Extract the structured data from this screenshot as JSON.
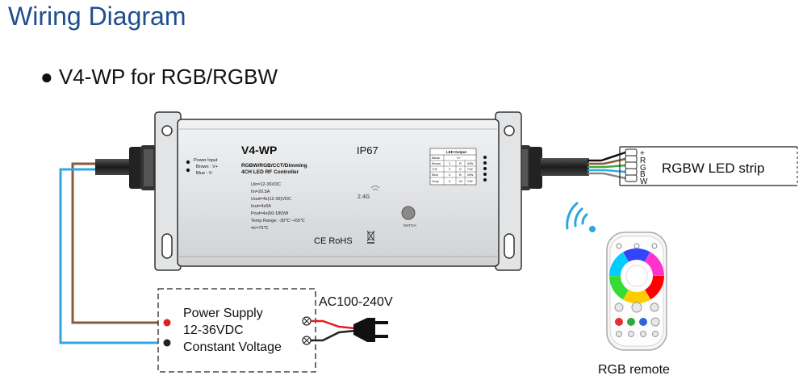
{
  "title": "Wiring Diagram",
  "section": "● V4-WP for RGB/RGBW",
  "controller": {
    "model": "V4-WP",
    "ip_rating": "IP67",
    "subtitle_1": "RGBW/RGB/CCT/Dimming",
    "subtitle_2": "4CH LED RF Controller",
    "specs": [
      "Uin=12-36VDC",
      "Iin=20.5A",
      "Uout=4x(12-36)VDC",
      "Iout=4x5A",
      "Pout=4x(60-180)W",
      "Temp Range: -30℃~+55℃",
      "•tc=75℃"
    ],
    "freq": "2.4G",
    "match_label": "MATCH",
    "certs": "CE RoHS",
    "power_input": {
      "title": "Power Input",
      "brown": "Brown : V+",
      "blue": "Blue    : V-"
    },
    "led_output": {
      "title": "LED Output",
      "rows": [
        [
          "Black",
          "V+",
          ""
        ],
        [
          "Brown",
          "1",
          "R",
          "WW"
        ],
        [
          "Y/G",
          "2",
          "G",
          "CW"
        ],
        [
          "Blue",
          "3",
          "B",
          "WW"
        ],
        [
          "Gray",
          "4",
          "W",
          "CW"
        ]
      ]
    }
  },
  "led_strip": {
    "label": "RGBW LED strip",
    "pins": [
      "+",
      "R",
      "G",
      "B",
      "W"
    ]
  },
  "power_supply": {
    "line1": "Power Supply",
    "line2": "12-36VDC",
    "line3": "Constant Voltage",
    "ac_label": "AC100-240V"
  },
  "remote": {
    "label": "RGB remote"
  },
  "colors": {
    "title": "#1f4e8f",
    "wire_brown": "#8b5a3c",
    "wire_blue": "#2fa8e0",
    "wire_green": "#3cab3c",
    "wire_red": "#e02020",
    "housing": "#e8e9ea",
    "signal": "#2aa7e0"
  }
}
